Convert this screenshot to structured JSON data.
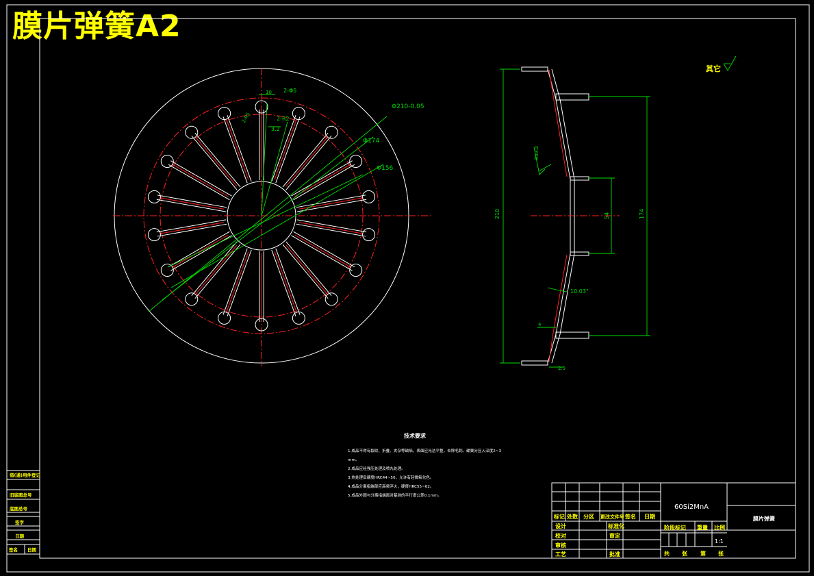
{
  "drawing": {
    "title": "膜片弹簧A2",
    "roughness_note": "其它",
    "material": "60Si2MnA",
    "part_name": "膜片弹簧"
  },
  "dimensions": {
    "top_width": "10",
    "slot_holes": "2-Φ5",
    "slot_radius_top": "2-R5",
    "slot_radius_side": "2-R2",
    "slot_gap": "3.2",
    "dia_outer": "Φ210-0.05",
    "dia_174": "Φ174",
    "dia_156": "Φ156",
    "side_210": "210",
    "side_174": "174",
    "side_54": "54",
    "roughness": "Ra3.2",
    "angle": "10.03°",
    "thickness": "4",
    "offset": "2.5"
  },
  "notes": {
    "title": "技术要求",
    "lines": [
      "1.成品不得有裂纹、折叠、夹杂等缺陷，表面应光洁平整，去除毛刺。碟簧分压入深度2~3",
      "mm。",
      "2.成品应经强压处理及喷丸处理。",
      "3.热处理后硬度HRC44~50，允许有轻微氧化色。",
      "4.成品分离指端部应高频淬火，硬度HRC55~62。",
      "5.成品外圆与分离指端面对基准的平行度公差0.1mm。"
    ]
  },
  "titleblock": {
    "header": [
      "标记",
      "处数",
      "分区",
      "更改文件号",
      "签名",
      "日期"
    ],
    "roles": [
      "设计",
      "校对",
      "审核",
      "工艺"
    ],
    "roles_right": [
      "标准化",
      "审定",
      "批准"
    ],
    "stage_label": "阶段标记",
    "weight_label": "重量",
    "scale_label": "比例",
    "scale_value": "1:1",
    "sheets": [
      "共",
      "张",
      "第",
      "张"
    ]
  },
  "side_block": [
    "借(通)用件登记",
    "旧底图总号",
    "底图总号",
    "签字",
    "日期",
    "签名",
    "日期"
  ]
}
